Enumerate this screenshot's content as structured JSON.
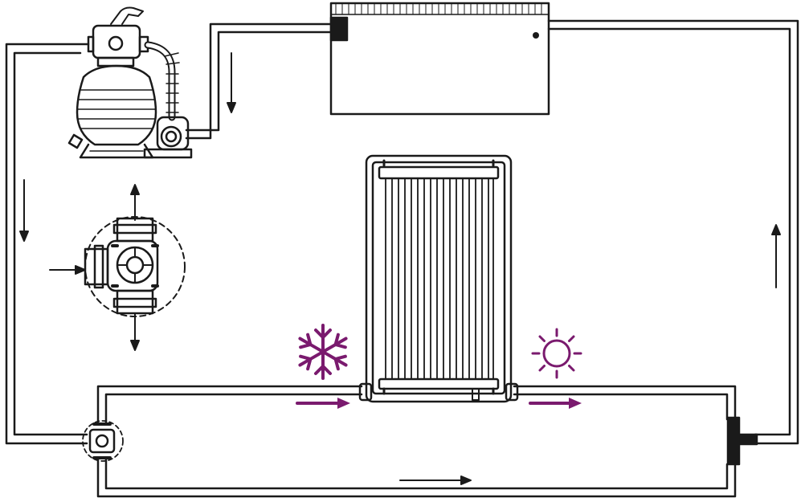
{
  "diagram": {
    "components": [
      "sand-filter-pump",
      "pool",
      "solar-heater-panel",
      "three-way-valve",
      "bypass-valve",
      "return-inlet"
    ],
    "icons": {
      "cold": "snowflake-icon",
      "hot": "sun-icon"
    },
    "colors": {
      "line": "#1a1a1a",
      "accent": "#7a1a6e",
      "background": "#ffffff"
    }
  }
}
